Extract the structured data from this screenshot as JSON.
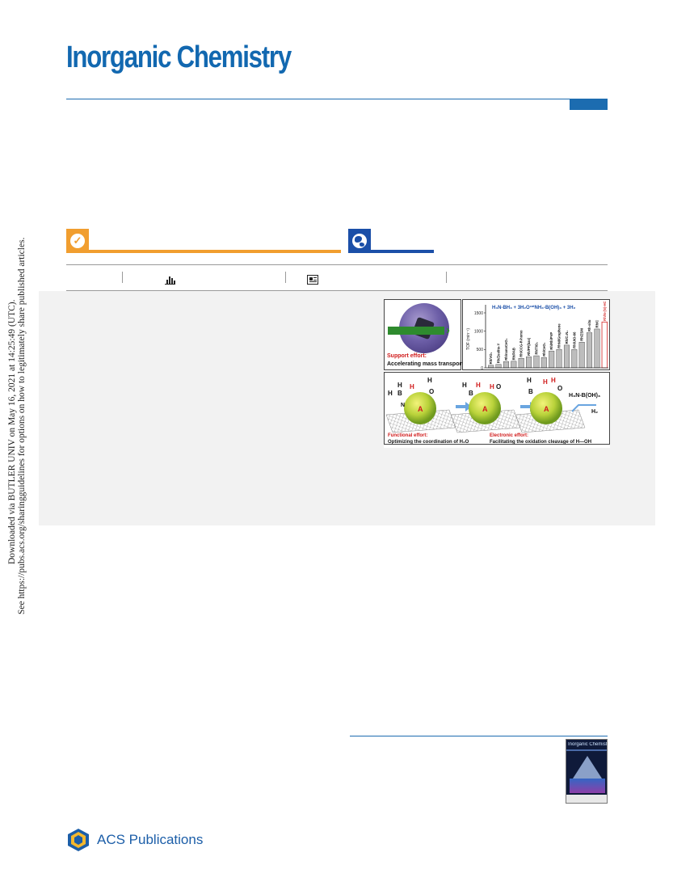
{
  "journal": {
    "title": "Inorganic Chemistry",
    "accent_color": "#1268b0"
  },
  "download_notice": {
    "line1": "Downloaded via BUTLER UNIV on May 16, 2021 at 14:25:49 (UTC).",
    "line2": "See https://pubs.acs.org/sharingguidelines for options on how to legitimately share published articles."
  },
  "access_badges": {
    "open_access_icon": "check-circle-icon",
    "open_access_color": "#f19e2f",
    "world_icon": "globe-icon",
    "world_color": "#1b4fa8"
  },
  "metrics_bar": {
    "metrics_icon": "bar-chart-icon",
    "article_icon": "article-icon"
  },
  "toc_graphic": {
    "support_label": "Support effort:",
    "support_desc": "Accelerating mass transport",
    "reaction": "H₃N-BH₃ + 3H₂O",
    "reaction_cat": "cat",
    "reaction_products": "NH₃-B(OH)₃ + 3H₂",
    "functional_label": "Functional effort:",
    "functional_desc": "Optimizing the coordination of H₂O",
    "electronic_label": "Electronic effort:",
    "electronic_desc": "Facilitating the oxidation cleavage of H—OH",
    "product_1": "H₃N-B(OH)₃",
    "product_2": "H₂",
    "atom_h": "H",
    "atom_o": "O",
    "atom_b": "B",
    "atom_n": "N",
    "particle_label": "A"
  },
  "chart_data": {
    "type": "bar",
    "ylabel": "TOF (min⁻¹)",
    "ylim": [
      0,
      1500
    ],
    "yticks": [
      0,
      500,
      1000,
      1500
    ],
    "categories": [
      "Rh/VO₂",
      "Rh/Zeolite-Y",
      "Rh/nanoCeO₂",
      "Rh/PAB",
      "Rh/CCG-R-homo",
      "Rh/PF(bas)",
      "Rh/TiO₂",
      "Rh/CeO₂",
      "Rh/Rh/PVP",
      "RhNi/Graphene",
      "Rh/C₃N₄",
      "Rh/UiO-66",
      "Rh/ZSM",
      "Rh-situ",
      "Rh/C",
      "Rh/N-(N)-HC"
    ],
    "values": [
      70,
      95,
      170,
      180,
      260,
      300,
      330,
      280,
      460,
      500,
      620,
      500,
      700,
      960,
      1060,
      1250
    ],
    "highlight_index": 15,
    "bar_color": "#bdbdbd",
    "highlight_color": "#d93a3a"
  },
  "cover": {
    "title": "Inorganic Chemistry"
  },
  "publisher": {
    "name": "ACS Publications",
    "color": "#1c5ea8"
  }
}
